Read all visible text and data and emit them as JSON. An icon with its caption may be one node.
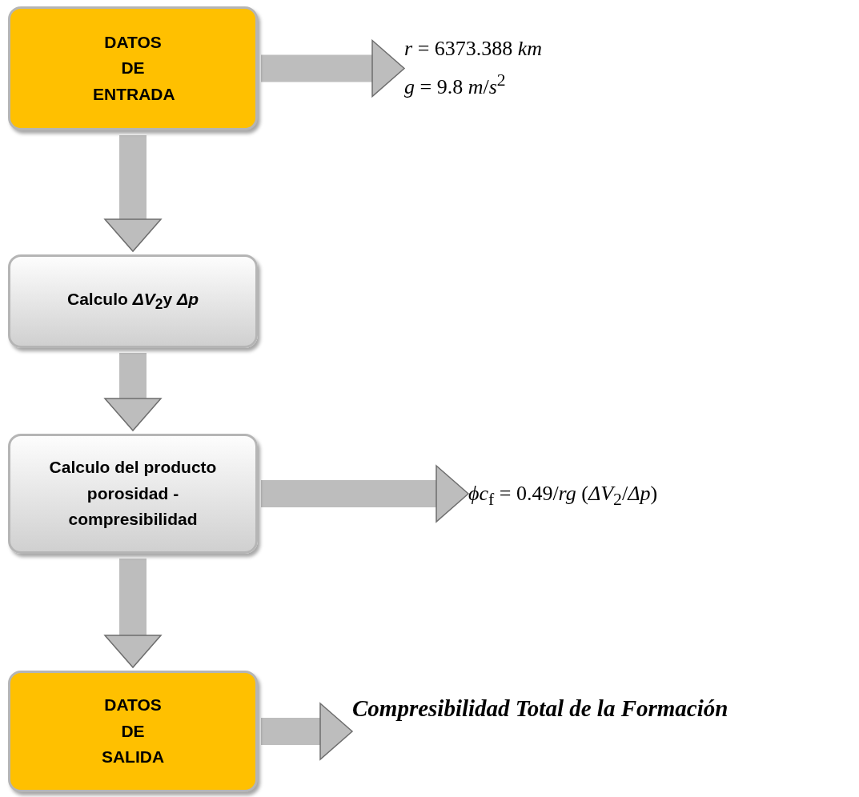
{
  "diagram": {
    "nodes": [
      {
        "text": [
          "DATOS DE ENTRADA"
        ]
      },
      {
        "text": [
          "*r* = 6373.388 *km*",
          "*g* = 9.8 *m*/*s*$^{2}$"
        ]
      },
      {
        "text": [
          "Calculo *ΔV*$_{2}$y *Δp*"
        ]
      },
      {
        "text": [
          "Calculo del producto porosidad - compresibilidad"
        ]
      },
      {
        "text": [
          "*ϕc*$_{f}$ = 0.49/*rg* (*ΔV*$_{2}$/*Δp*)"
        ]
      },
      {
        "text": [
          "DATOS DE SALIDA"
        ]
      },
      {
        "text": [
          "Compresibilidad Total de la Formación"
        ]
      }
    ],
    "edges": [
      {
        "from": 0,
        "to": 1,
        "arrow": "to"
      },
      {
        "from": 0,
        "to": 2,
        "arrow": "to"
      },
      {
        "from": 2,
        "to": 3,
        "arrow": "to"
      },
      {
        "from": 3,
        "to": 4,
        "arrow": "to"
      },
      {
        "from": 3,
        "to": 5,
        "arrow": "to"
      },
      {
        "from": 5,
        "to": 6,
        "arrow": "to"
      }
    ]
  }
}
